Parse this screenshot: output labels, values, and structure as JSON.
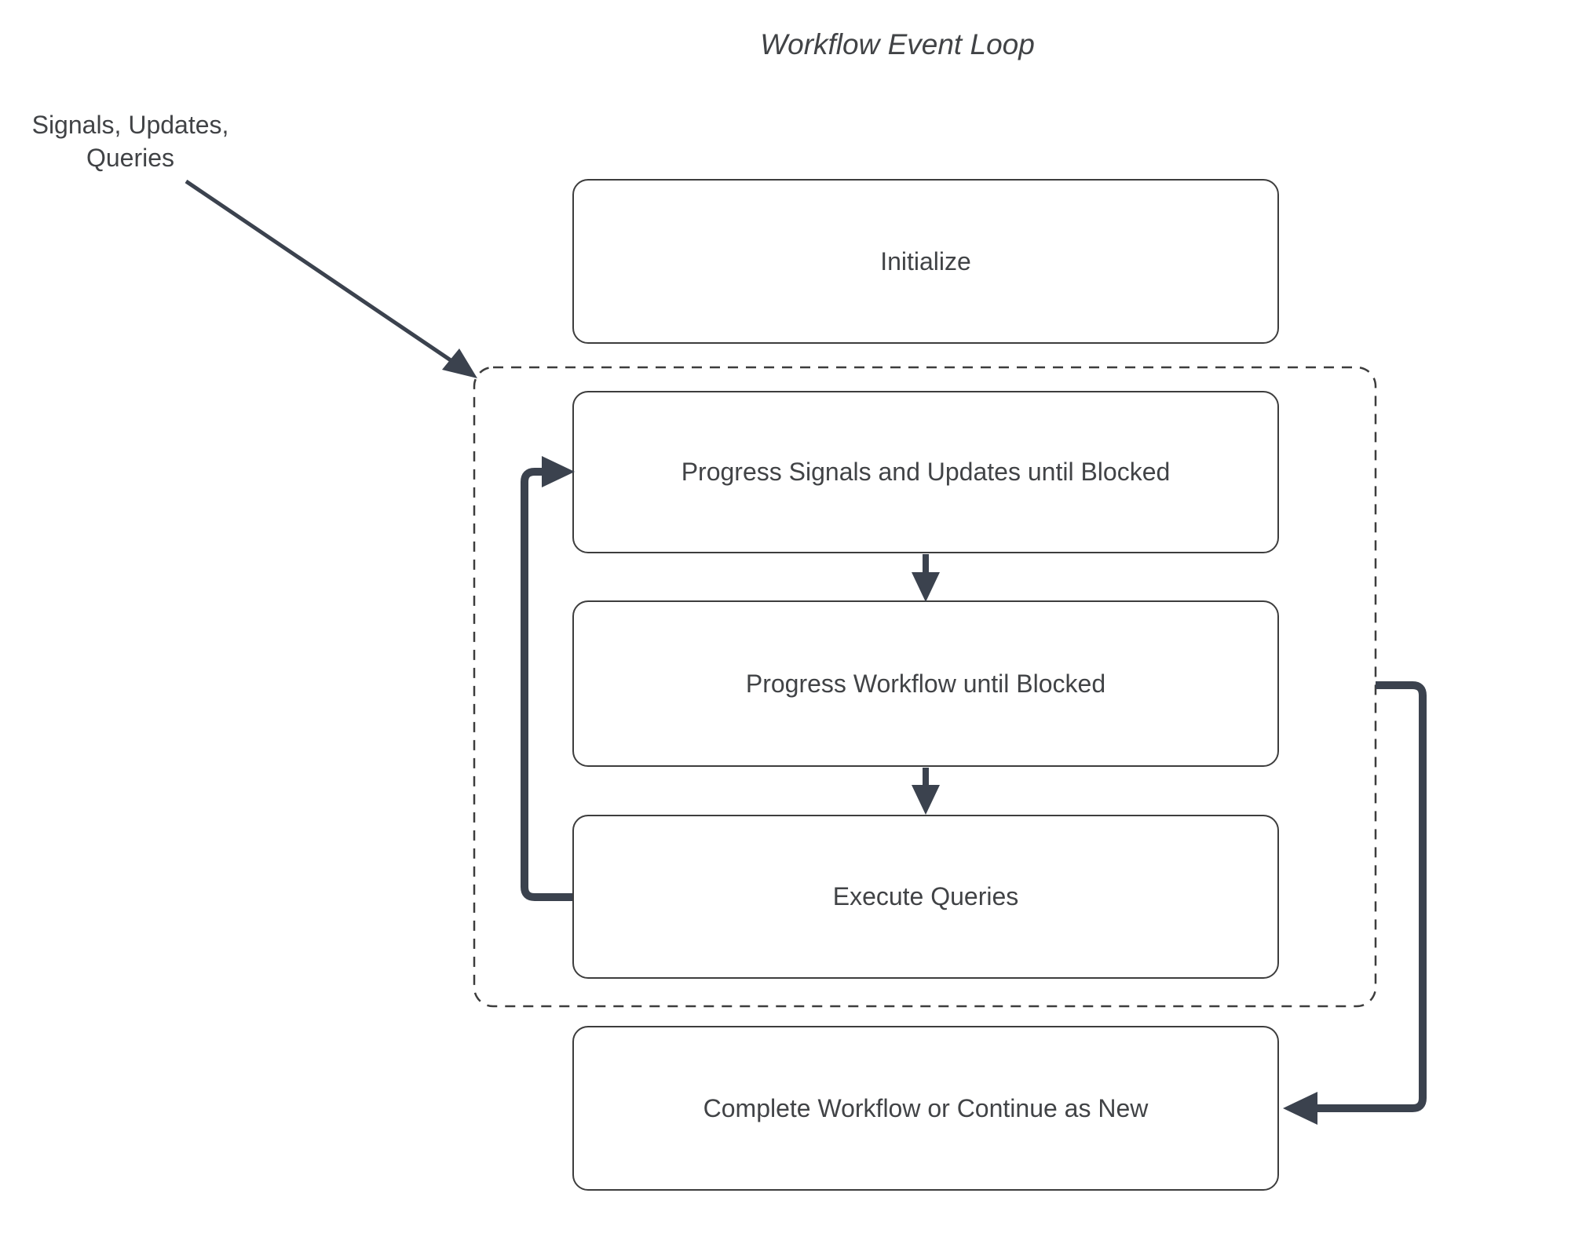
{
  "diagram": {
    "title": "Workflow Event Loop",
    "annotation": "Signals, Updates,\nQueries",
    "nodes": {
      "initialize": "Initialize",
      "progress_signals": "Progress Signals and Updates until Blocked",
      "progress_workflow": "Progress Workflow until Blocked",
      "execute_queries": "Execute Queries",
      "complete": "Complete Workflow or Continue as New"
    },
    "edges": [
      "annotation-to-event-loop",
      "progress-signals-to-progress-workflow",
      "progress-workflow-to-execute-queries",
      "execute-queries-loop-back-to-progress-signals",
      "event-loop-to-complete-workflow"
    ]
  },
  "colors": {
    "background": "#ffffff",
    "arrow": "#3b424e",
    "border": "#3d3d3d",
    "text": "#414346"
  }
}
